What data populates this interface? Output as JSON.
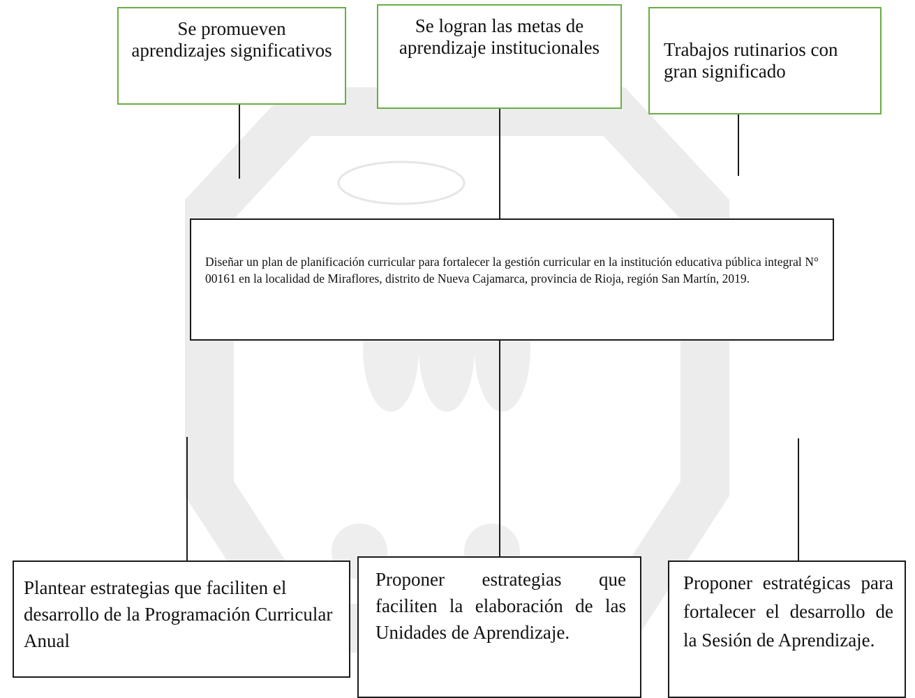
{
  "top_boxes": {
    "left": "Se promueven aprendizajes significativos",
    "middle": "Se logran las metas de aprendizaje institucionales",
    "right": "Trabajos rutinarios con gran significado"
  },
  "central_box": {
    "text": "Diseñar un plan de planificación curricular para fortalecer la gestión curricular en la institución  educativa pública integral  N° 00161 en la localidad de Miraflores, distrito de Nueva Cajamarca, provincia de Rioja, región San Martín, 2019."
  },
  "bottom_boxes": {
    "left": "Plantear estrategias que faciliten el desarrollo de la Programación Curricular Anual",
    "middle": "Proponer estrategias que faciliten la elaboración de las Unidades de Aprendizaje.",
    "right": "Proponer estratégicas para fortalecer el desarrollo de la Sesión de Aprendizaje."
  },
  "colors": {
    "top_box_border": "#6aad44",
    "box_border": "#1a1a1a",
    "watermark": "#e8e8e8"
  }
}
